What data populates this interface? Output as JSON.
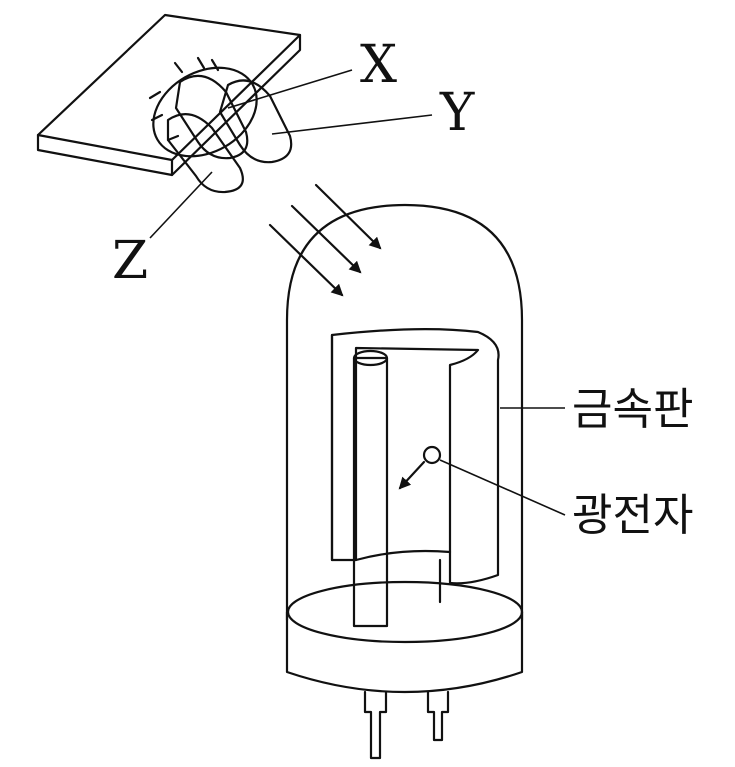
{
  "diagram": {
    "led_labels": [
      "X",
      "Y",
      "Z"
    ],
    "metal_plate_label": "금속판",
    "photoelectron_label": "광전자",
    "colors": {
      "stroke": "#111111",
      "led_fill": "#d9d9d9",
      "led_base": "#a6a6a6",
      "background": "#ffffff"
    }
  }
}
